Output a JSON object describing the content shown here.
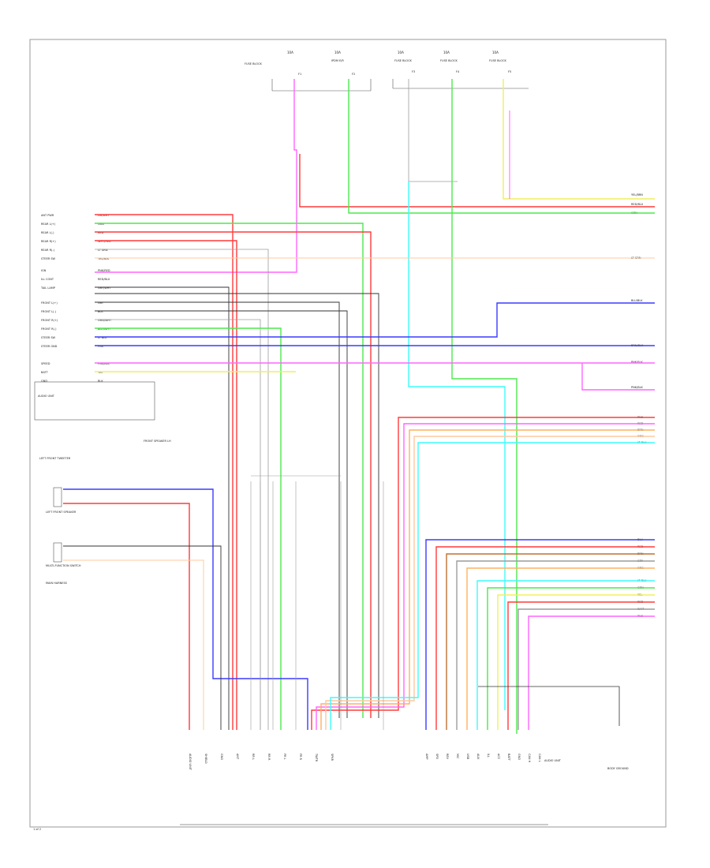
{
  "fuses": [
    {
      "rating": "10A",
      "name": "F1"
    },
    {
      "rating": "10A",
      "name": "F2"
    },
    {
      "rating": "10A",
      "name": "F3"
    },
    {
      "rating": "10A",
      "name": "F4"
    },
    {
      "rating": "10A",
      "name": "F5"
    }
  ],
  "fuse_notes": [
    "FUSE BLOCK",
    "IPDM E/R",
    "FUSE BLOCK",
    "FUSE BLOCK",
    "FUSE BLOCK"
  ],
  "left_connector": [
    "ANT PWR",
    "REAR L(+)",
    "REAR L(-)",
    "REAR R(+)",
    "REAR R(-)",
    "STEER SW",
    "IGN",
    "ILL CONT",
    "TAIL LAMP",
    "FRONT L(+)",
    "FRONT L(-)",
    "FRONT R(+)",
    "FRONT R(-)",
    "STEER SW",
    "STEER GND",
    "SPEED",
    "BATT",
    "GND"
  ],
  "left_wire_colors": [
    "GR/WHT",
    "GRN",
    "RED",
    "WHT/RED",
    "LT GRN",
    "YEL/BLK",
    "PNK/RED",
    "RED/BLU",
    "GRY/WHT",
    "GRY",
    "BLK",
    "GRN/WHT",
    "BLU/WHT",
    "LT BLU",
    "PNK",
    "PNK/BLK",
    "YEL",
    "BLK"
  ],
  "right_wires_top": [
    "YEL/BRN",
    "RED/BLU",
    "GRN",
    "LT GRN",
    "BLU/BLK",
    "BRN/BLK",
    "PNK/BLK",
    "PNK/BLK"
  ],
  "right_wires_mid": [
    "PNK",
    "RED",
    "BRN",
    "ORG",
    "LT BLU"
  ],
  "right_wires_low": [
    "BLU",
    "RED",
    "BRN",
    "GRY",
    "ORG",
    "LT BLU",
    "GRN",
    "YEL",
    "RED",
    "WHT",
    "PNK"
  ],
  "left_devices": [
    "AUDIO UNIT",
    "FRONT SPEAKER LH",
    "LEFT FRONT TWEETER",
    "LEFT FRONT SPEAKER",
    "MULTI-FUNCTION SWITCH",
    "MAIN HARNESS"
  ],
  "bottom_labels_left": [
    "AUDIO UNIT",
    "SHIELD",
    "GND",
    "ANT",
    "RR L",
    "RR R",
    "FR L",
    "FR R",
    "TWTR",
    "SPKR"
  ],
  "bottom_labels_right": [
    "AMP",
    "SPD",
    "REV",
    "MIC",
    "USB",
    "AUX",
    "ILL",
    "ACC",
    "BATT",
    "GND",
    "CAN H",
    "CAN L"
  ],
  "right_note": "AUDIO UNIT",
  "far_right_note": "BODY GROUND",
  "page_number": "1 of 2",
  "colors": {
    "red": "#ff3b3b",
    "green": "#4ce84c",
    "blue": "#3b3bff",
    "pink": "#ff66ff",
    "cyan": "#3ffbfb",
    "yellow": "#f0f05a",
    "orange": "#ffb060",
    "gray": "#9c9c9c",
    "black": "#333333",
    "peach": "#ffc8a0",
    "brown": "#c07030",
    "lavender": "#c8a0ff"
  }
}
